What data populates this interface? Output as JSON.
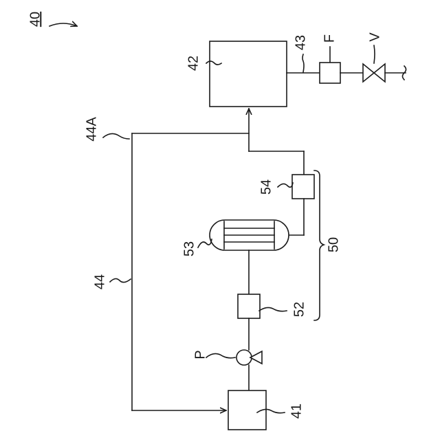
{
  "figure": {
    "number": "40",
    "labels": {
      "tank_41": "41",
      "tank_42": "42",
      "pipe_43": "43",
      "pipe_44": "44",
      "pipe_44a": "44A",
      "unit_50": "50",
      "filter_52": "52",
      "heat_exchanger_53": "53",
      "filter_54": "54",
      "pump": "P",
      "filter_f": "F",
      "valve_v": "V"
    }
  },
  "colors": {
    "line": "#1a1a1a",
    "background": "#ffffff"
  }
}
